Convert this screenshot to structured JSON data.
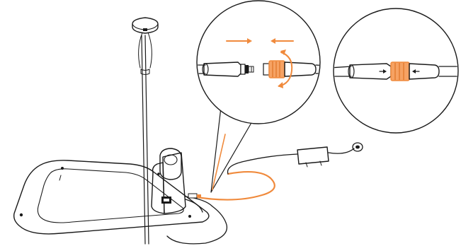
{
  "colors": {
    "line": "#1a1a1a",
    "accent": "#f08a3c",
    "accent_fill": "#f6a263",
    "shade": "#c9c9c9",
    "light_shade": "#e6e6e6",
    "background": "#ffffff"
  },
  "icons": {
    "zoom_left": "connector-disconnected-icon",
    "zoom_right": "connector-connected-icon",
    "push_arrows": "push-together-arrows-icon",
    "rotate": "rotate-clockwise-icon"
  },
  "scene": {
    "components": [
      "charging-station-base",
      "antenna-mast",
      "gps-antenna",
      "charging-post",
      "power-adapter",
      "extension-cable",
      "low-voltage-cable"
    ]
  }
}
